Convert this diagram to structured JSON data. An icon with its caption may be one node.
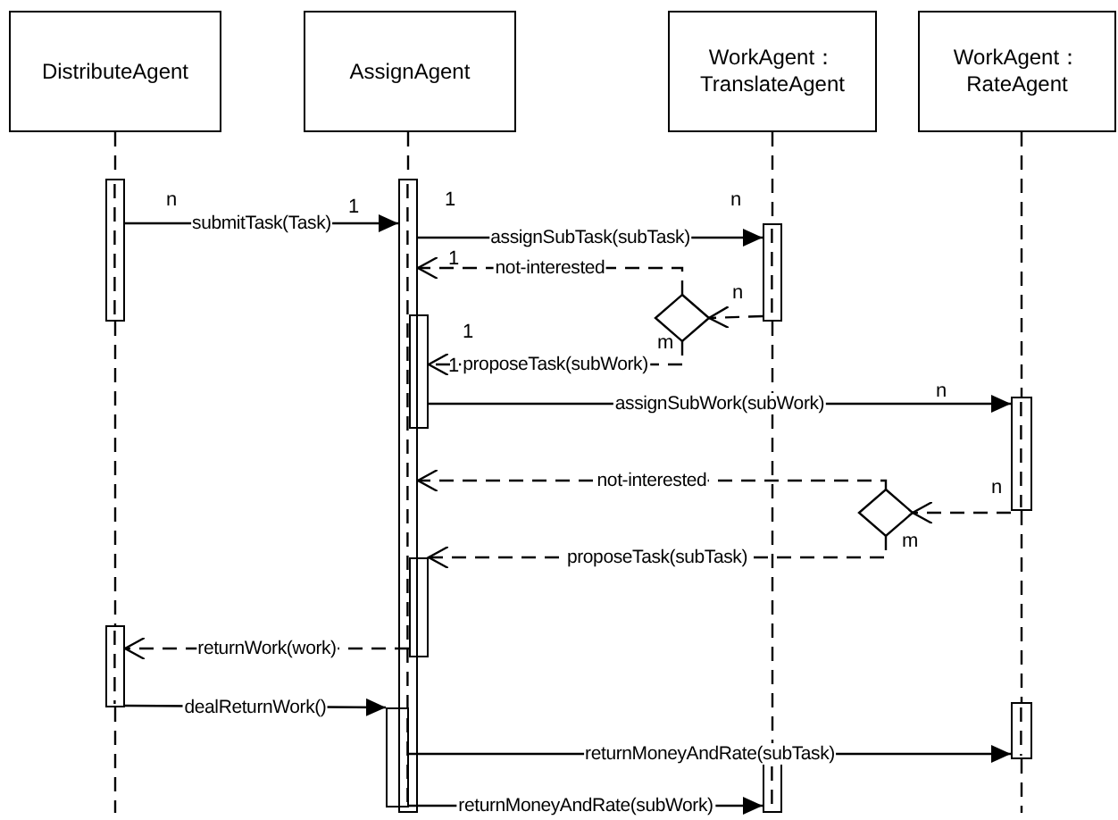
{
  "diagram": {
    "nodes": [
      {
        "text": [
          "DistributeAgent"
        ]
      },
      {
        "text": [
          "AssignAgent"
        ]
      },
      {
        "text": [
          "WorkAgent： TranslateAgent"
        ]
      },
      {
        "text": [
          "WorkAgent： RateAgent"
        ]
      },
      {
        "text": [],
        "shape": "bar"
      },
      {
        "text": [],
        "shape": "bar"
      },
      {
        "text": [],
        "shape": "bar"
      },
      {
        "text": [],
        "shape": "diamond"
      },
      {
        "text": [],
        "shape": "bar"
      },
      {
        "text": [],
        "shape": "bar"
      },
      {
        "text": [],
        "shape": "diamond"
      },
      {
        "text": [],
        "shape": "bar"
      },
      {
        "text": [],
        "shape": "bar"
      },
      {
        "text": [],
        "shape": "bar"
      },
      {
        "text": [],
        "shape": "bar"
      },
      {
        "text": [],
        "shape": "bar"
      }
    ],
    "edges": [
      {
        "from": 4,
        "to": 5,
        "arrow": "to",
        "label": "submitTask(Task)"
      },
      {
        "from": 5,
        "to": 6,
        "arrow": "to",
        "label": "assignSubTask(subTask)"
      },
      {
        "from": 6,
        "to": 7,
        "arrow": "to",
        "style": "dashed"
      },
      {
        "from": 7,
        "to": 5,
        "arrow": "to",
        "style": "dashed",
        "label": "not-interested"
      },
      {
        "from": 7,
        "to": 8,
        "arrow": "to",
        "style": "dashed",
        "label": "proposeTask(subWork)"
      },
      {
        "from": 8,
        "to": 9,
        "arrow": "to",
        "label": "assignSubWork(subWork)"
      },
      {
        "from": 9,
        "to": 10,
        "arrow": "to",
        "style": "dashed"
      },
      {
        "from": 10,
        "to": 5,
        "arrow": "to",
        "style": "dashed",
        "label": "not-interested"
      },
      {
        "from": 10,
        "to": 11,
        "arrow": "to",
        "style": "dashed",
        "label": "proposeTask(subTask)"
      },
      {
        "from": 11,
        "to": 12,
        "arrow": "to",
        "style": "dashed",
        "label": "returnWork(work)"
      },
      {
        "from": 12,
        "to": 13,
        "arrow": "to",
        "label": "dealReturnWork()"
      },
      {
        "from": 13,
        "to": 14,
        "arrow": "to",
        "label": "returnMoneyAndRate(subTask)"
      },
      {
        "from": 13,
        "to": 15,
        "arrow": "to",
        "label": "returnMoneyAndRate(subWork)"
      },
      {
        "from": 0,
        "to": 4,
        "arrow": "none",
        "style": "dashed"
      },
      {
        "from": 4,
        "to": 12,
        "arrow": "none",
        "style": "dashed"
      },
      {
        "from": 12,
        "to": null,
        "arrow": "none",
        "style": "dashed"
      },
      {
        "from": 1,
        "to": 5,
        "arrow": "none",
        "style": "dashed"
      },
      {
        "from": 2,
        "to": 6,
        "arrow": "none",
        "style": "dashed"
      },
      {
        "from": 6,
        "to": 15,
        "arrow": "none",
        "style": "dashed"
      },
      {
        "from": 3,
        "to": 9,
        "arrow": "none",
        "style": "dashed"
      },
      {
        "from": 9,
        "to": 14,
        "arrow": "none",
        "style": "dashed"
      },
      {
        "from": 14,
        "to": null,
        "arrow": "none",
        "style": "dashed"
      }
    ],
    "labels": [
      "n",
      "1",
      "1",
      "n",
      "1",
      "n",
      "1",
      "m",
      "1",
      "n",
      "n",
      "m"
    ]
  }
}
